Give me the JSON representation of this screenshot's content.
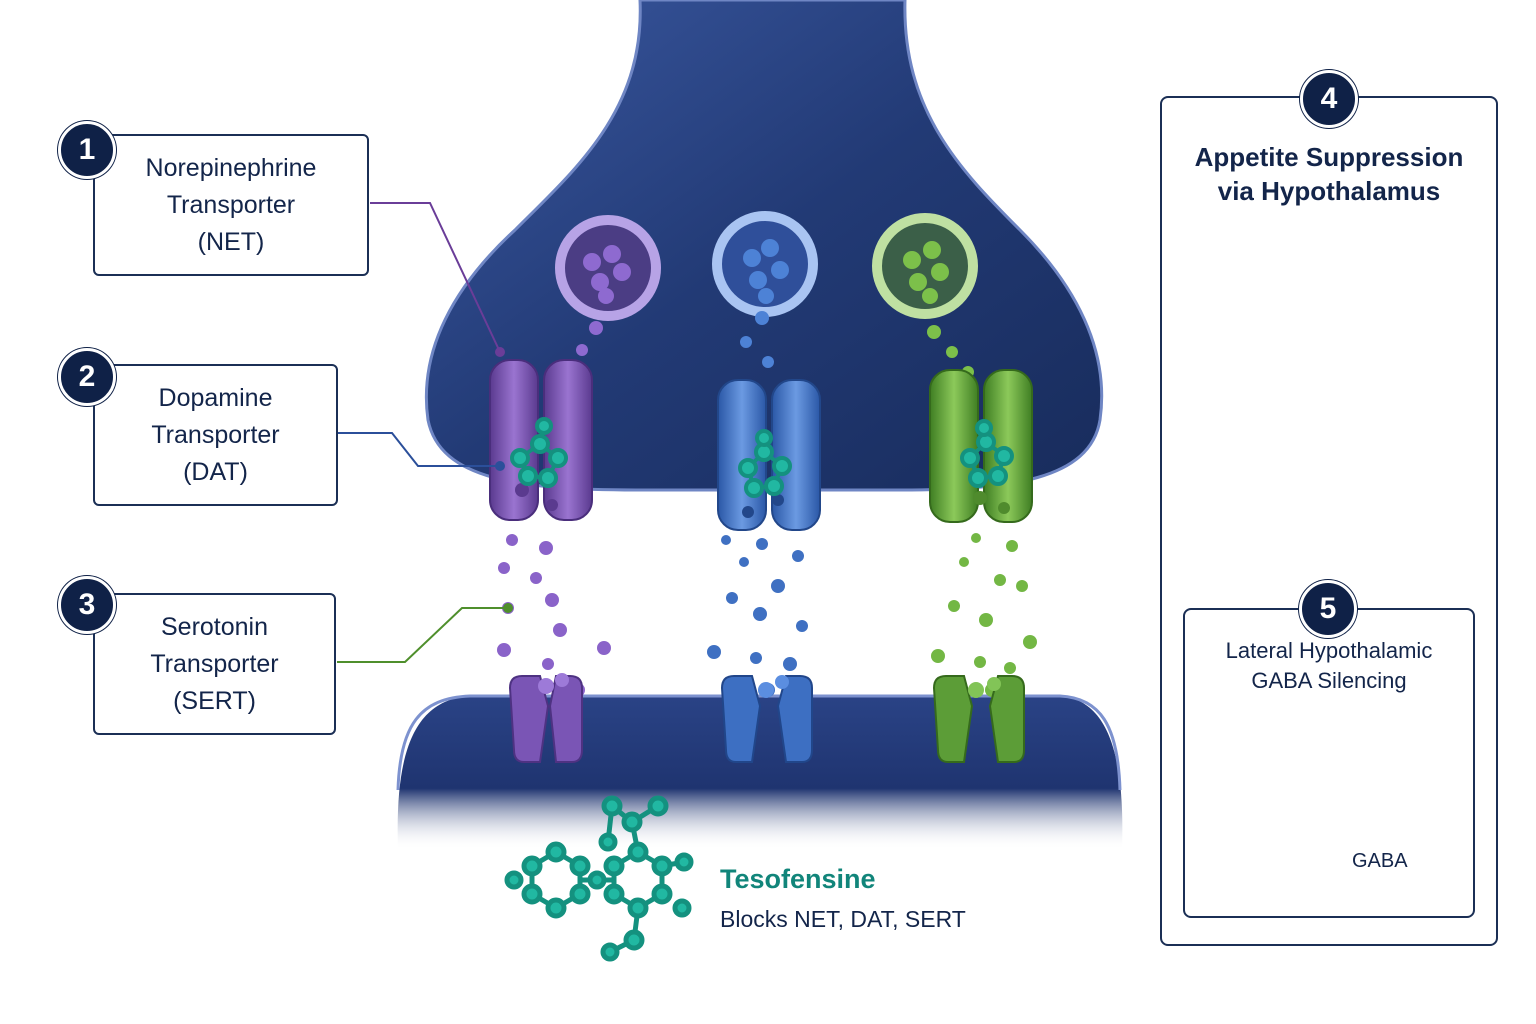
{
  "labels": {
    "net": {
      "number": "1",
      "lines": [
        "Norepinephrine",
        "Transporter",
        "(NET)"
      ]
    },
    "dat": {
      "number": "2",
      "lines": [
        "Dopamine",
        "Transporter",
        "(DAT)"
      ]
    },
    "sert": {
      "number": "3",
      "lines": [
        "Serotonin",
        "Transporter",
        "(SERT)"
      ]
    }
  },
  "panel": {
    "number": "4",
    "title_lines": [
      "Appetite Suppression",
      "via Hypothalamus"
    ],
    "sub": {
      "number": "5",
      "title_lines": [
        "Lateral Hypothalamic",
        "GABA Silencing"
      ],
      "badge": "GABA"
    }
  },
  "drug": {
    "name": "Tesofensine",
    "description": "Blocks NET, DAT, SERT"
  },
  "colors": {
    "navy": "#13254a",
    "terminal": "#22386f",
    "net": "#7a53b3",
    "dat": "#3f74c8",
    "sert": "#67a83c",
    "drug": "#17a592",
    "teal": "#11857a"
  }
}
